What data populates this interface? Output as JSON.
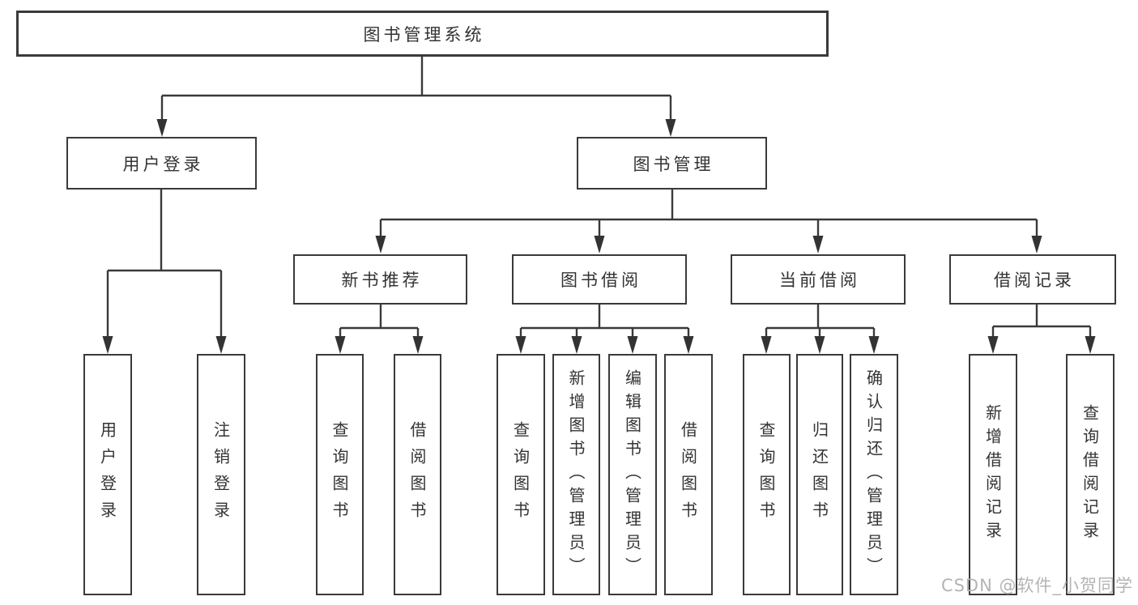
{
  "watermark": {
    "text": "CSDN @软件_小贺同学"
  },
  "colors": {
    "box_border": "#3a3a3a",
    "connector": "#3a3a3a",
    "text": "#333333",
    "background": "#ffffff",
    "watermark": "#b4b4b4"
  },
  "tree": {
    "root": {
      "label": "图书管理系统",
      "children": [
        {
          "label": "用户登录",
          "children": [
            {
              "label": "用户登录"
            },
            {
              "label": "注销登录"
            }
          ]
        },
        {
          "label": "图书管理",
          "children": [
            {
              "label": "新书推荐",
              "children": [
                {
                  "label": "查询图书"
                },
                {
                  "label": "借阅图书"
                }
              ]
            },
            {
              "label": "图书借阅",
              "children": [
                {
                  "label": "查询图书"
                },
                {
                  "label": "新增图书（管理员）"
                },
                {
                  "label": "编辑图书（管理员）"
                },
                {
                  "label": "借阅图书"
                }
              ]
            },
            {
              "label": "当前借阅",
              "children": [
                {
                  "label": "查询图书"
                },
                {
                  "label": "归还图书"
                },
                {
                  "label": "确认归还（管理员）"
                }
              ]
            },
            {
              "label": "借阅记录",
              "children": [
                {
                  "label": "新增借阅记录"
                },
                {
                  "label": "查询借阅记录"
                }
              ]
            }
          ]
        }
      ]
    }
  }
}
